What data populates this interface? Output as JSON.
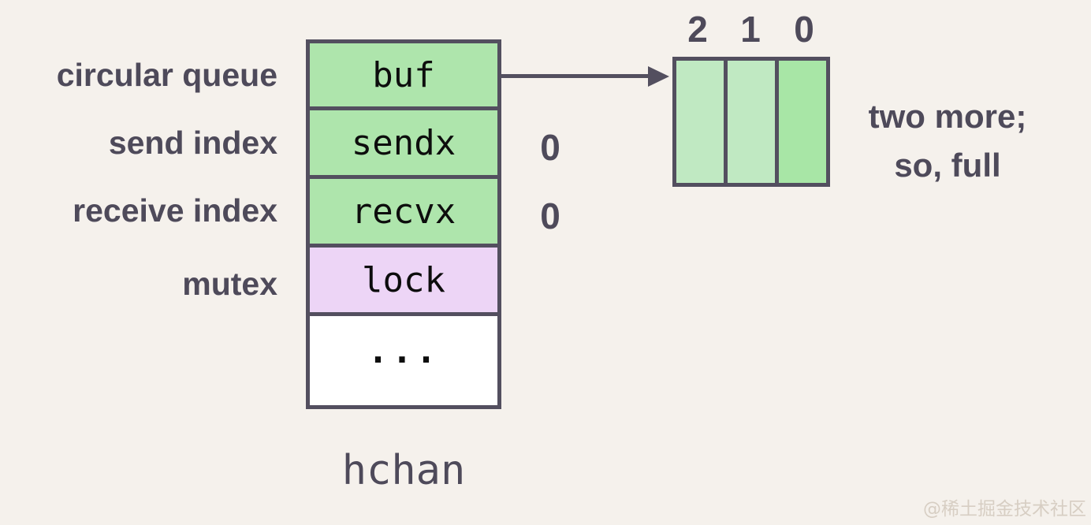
{
  "struct": {
    "title": "hchan",
    "rows": [
      {
        "field": "buf",
        "annotation": "circular queue",
        "value": ""
      },
      {
        "field": "sendx",
        "annotation": "send index",
        "value": "0"
      },
      {
        "field": "recvx",
        "annotation": "receive index",
        "value": "0"
      },
      {
        "field": "lock",
        "annotation": "mutex",
        "value": ""
      },
      {
        "field": "...",
        "annotation": "",
        "value": ""
      }
    ]
  },
  "buffer": {
    "slot_indices": [
      "2",
      "1",
      "0"
    ],
    "slots": [
      {
        "index": "2",
        "state": "filled-new"
      },
      {
        "index": "1",
        "state": "filled-new"
      },
      {
        "index": "0",
        "state": "filled"
      }
    ],
    "note_line1": "two more;",
    "note_line2": "so, full"
  },
  "watermark": "@稀土掘金技术社区",
  "colors": {
    "background": "#F5F1EC",
    "ink": "#4E4A5A",
    "border": "#534F5F",
    "cell_text": "#0D0D0D",
    "field_green": "#AEE5AC",
    "lock_lavender": "#EDD5F6",
    "empty_white": "#FFFFFF",
    "buffer_green_light": "#C0E9C2",
    "buffer_green": "#A8E6A6",
    "watermark_color": "#D7CEC3"
  }
}
